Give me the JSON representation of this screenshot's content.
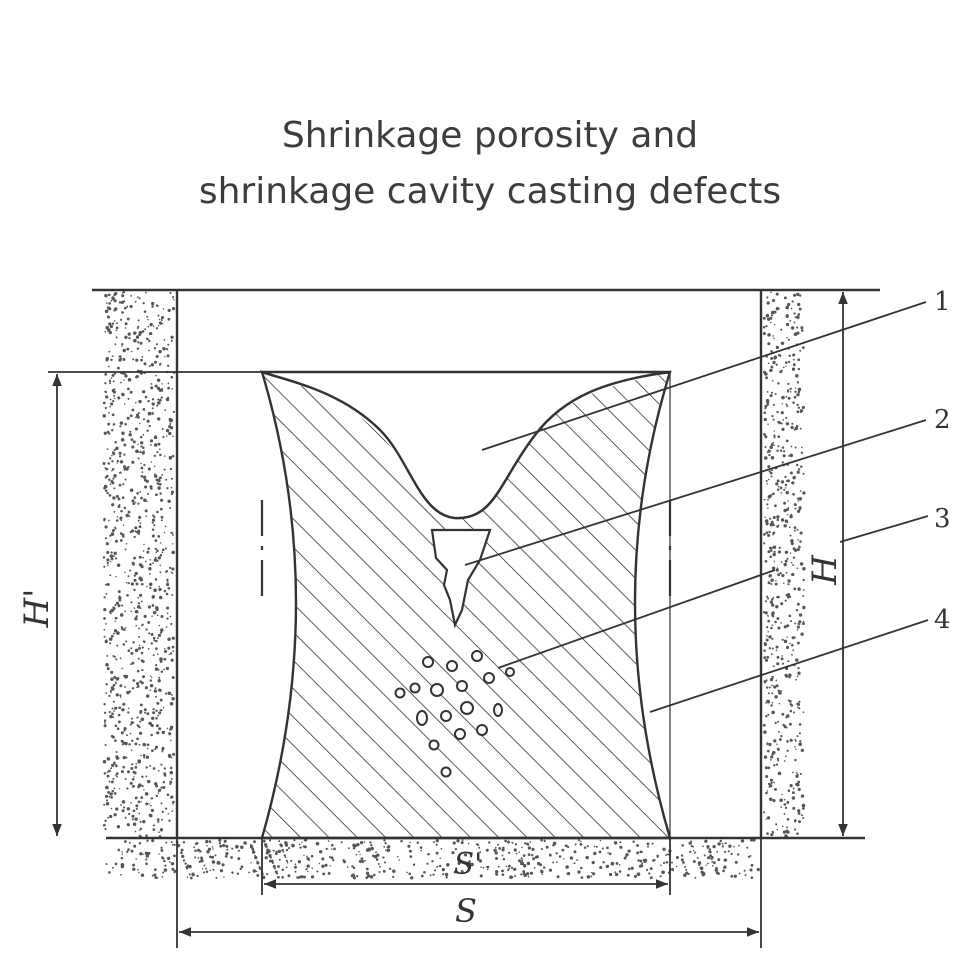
{
  "title": {
    "line1": "Shrinkage porosity and",
    "line2": "shrinkage cavity casting defects"
  },
  "callouts": [
    "1",
    "2",
    "3",
    "4"
  ],
  "dimensions": {
    "height_outer": "H",
    "height_inner": "H'",
    "width_outer": "S",
    "width_inner": "S'"
  },
  "colors": {
    "line": "#333333",
    "sand": "#555555",
    "title": "#3d3d3d",
    "background": "#ffffff"
  }
}
